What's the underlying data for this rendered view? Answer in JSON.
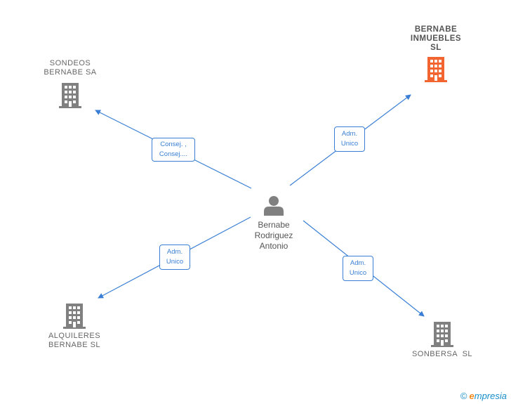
{
  "center": {
    "name": "Bernabe\nRodriguez\nAntonio"
  },
  "companies": {
    "sondeos": {
      "name": "SONDEOS\nBERNABE SA"
    },
    "bernabe_inmuebles": {
      "name": "BERNABE\nINMUEBLES\nSL"
    },
    "alquileres": {
      "name": "ALQUILERES\nBERNABE SL"
    },
    "sonbersa": {
      "name": "SONBERSA  SL"
    }
  },
  "relations": {
    "sondeos": {
      "line1": "Consej. ,",
      "line2": "Consej...."
    },
    "bernabe_inmuebles": {
      "line1": "Adm.",
      "line2": "Unico"
    },
    "alquileres": {
      "line1": "Adm.",
      "line2": "Unico"
    },
    "sonbersa": {
      "line1": "Adm.",
      "line2": "Unico"
    }
  },
  "colors": {
    "edge": "#3a7fd5",
    "building": "#808080",
    "highlight_building": "#f26430"
  },
  "brand": {
    "copyright": "©",
    "initial": "e",
    "rest": "mpresia"
  }
}
